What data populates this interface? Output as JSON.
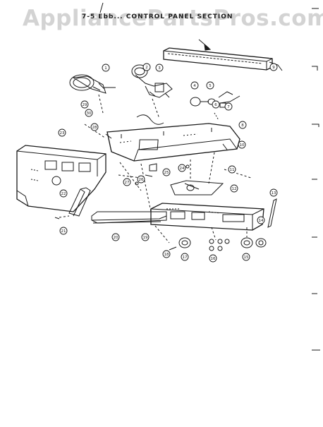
{
  "watermark": "AppliancePartsPros.com",
  "section_title": "7-5 Ebb... CONTROL PANEL SECTION",
  "callouts": [
    "1",
    "2",
    "3",
    "4",
    "5",
    "6",
    "7",
    "8",
    "9",
    "10",
    "11",
    "12",
    "13",
    "14",
    "15",
    "16",
    "17",
    "18",
    "19",
    "20",
    "21",
    "22",
    "23",
    "24",
    "25",
    "26",
    "27",
    "28",
    "29",
    "30"
  ],
  "colors": {
    "ink": "#1a1a1a",
    "watermark": "#d3d3d3"
  }
}
